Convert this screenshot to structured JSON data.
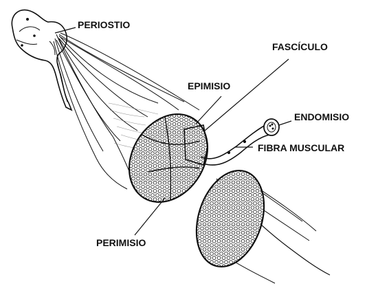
{
  "labels": {
    "periostio": "PERIOSTIO",
    "fasciculo": "FASCÍCULO",
    "epimisio": "EPIMISIO",
    "endomisio": "ENDOMISIO",
    "fibra_muscular": "FIBRA MUSCULAR",
    "perimisio": "PERIMISIO"
  },
  "colors": {
    "ink": "#111111",
    "background": "#ffffff"
  }
}
